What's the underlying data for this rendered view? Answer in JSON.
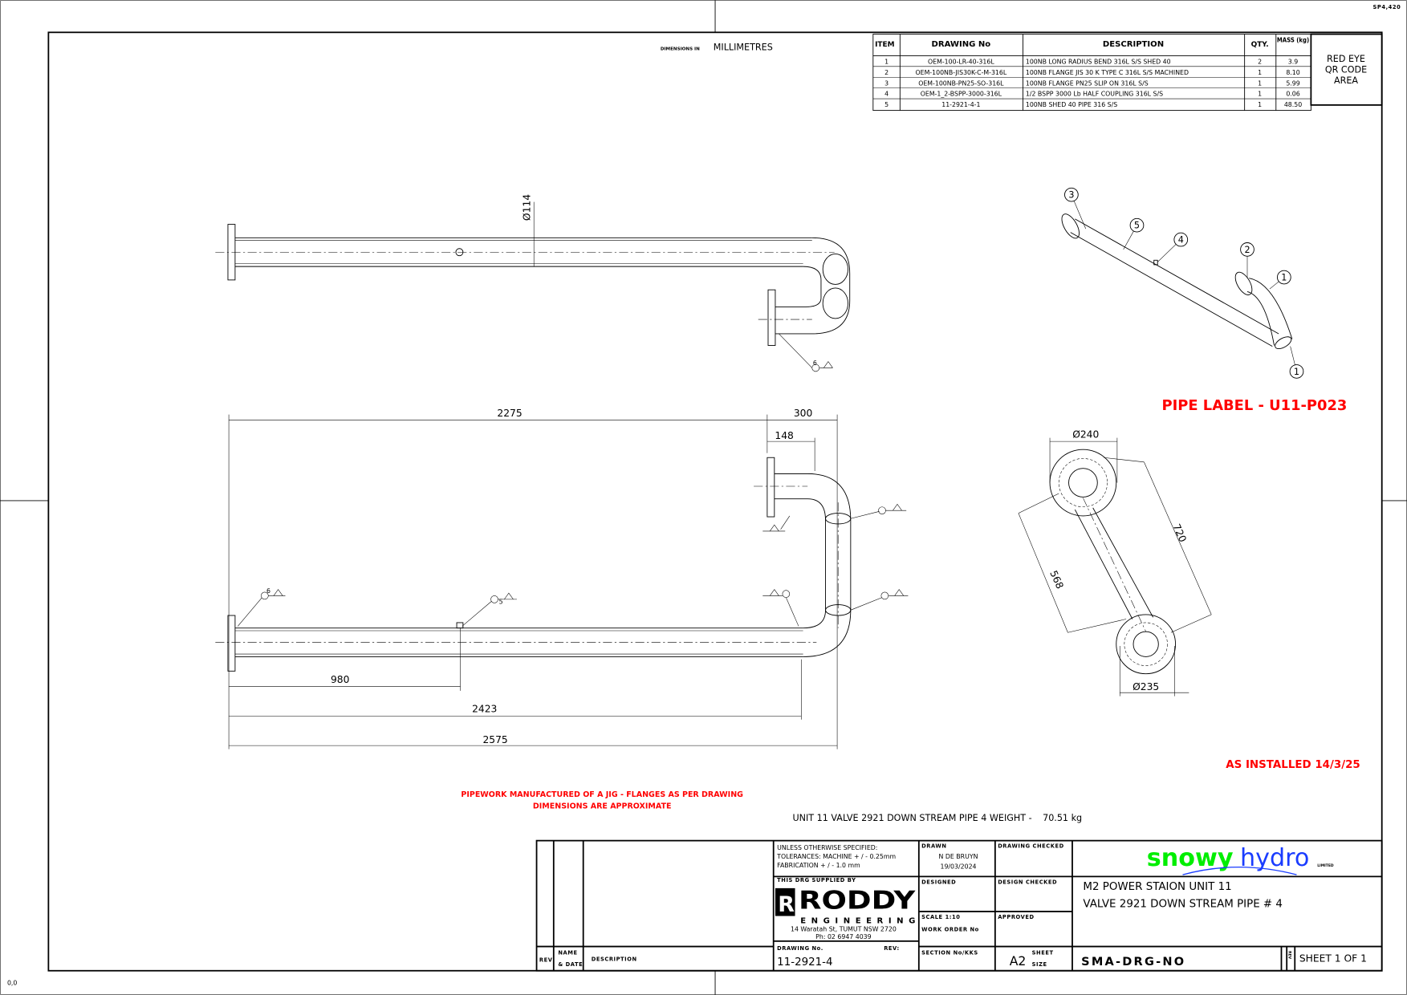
{
  "sheet": {
    "corner_code": "SP4,420",
    "origin_label": "0,0",
    "units_prefix": "DIMENSIONS IN",
    "units": "MILLIMETRES"
  },
  "bom": {
    "headers": [
      "ITEM",
      "DRAWING No",
      "DESCRIPTION",
      "QTY.",
      "MASS (kg)"
    ],
    "rows": [
      {
        "item": "1",
        "drawing": "OEM-100-LR-40-316L",
        "desc": "100NB LONG RADIUS BEND 316L S/S SHED 40",
        "qty": "2",
        "mass": "3.9"
      },
      {
        "item": "2",
        "drawing": "OEM-100NB-JIS30K-C-M-316L",
        "desc": "100NB FLANGE JIS 30 K TYPE C 316L S/S MACHINED",
        "qty": "1",
        "mass": "8.10"
      },
      {
        "item": "3",
        "drawing": "OEM-100NB-PN25-SO-316L",
        "desc": "100NB FLANGE PN25 SLIP ON 316L S/S",
        "qty": "1",
        "mass": "5.99"
      },
      {
        "item": "4",
        "drawing": "OEM-1_2-BSPP-3000-316L",
        "desc": "1/2 BSPP 3000 Lb HALF COUPLING 316L S/S",
        "qty": "1",
        "mass": "0.06"
      },
      {
        "item": "5",
        "drawing": "11-2921-4-1",
        "desc": "100NB SHED 40 PIPE 316 S/S",
        "qty": "1",
        "mass": "48.50"
      }
    ],
    "qr_area": [
      "RED EYE",
      "QR CODE",
      "AREA"
    ]
  },
  "dimensions": {
    "dia_pipe": "Ø114",
    "d2275": "2275",
    "d300": "300",
    "d148": "148",
    "d980": "980",
    "d2423": "2423",
    "d2575": "2575",
    "d240": "Ø240",
    "d720": "720",
    "d568": "568",
    "d235": "Ø235"
  },
  "weld_labels": {
    "w6": "6",
    "w5": "5"
  },
  "balloons": [
    "3",
    "5",
    "4",
    "2",
    "1",
    "1"
  ],
  "notes": {
    "pipe_label": "PIPE LABEL - U11-P023",
    "as_installed": "AS INSTALLED 14/3/25",
    "jig_note_1": "PIPEWORK MANUFACTURED OF A JIG - FLANGES AS PER DRAWING",
    "jig_note_2": "DIMENSIONS ARE APPROXIMATE",
    "weight_label": "UNIT 11 VALVE 2921 DOWN STREAM PIPE 4 WEIGHT -",
    "weight_value": "70.51 kg"
  },
  "title_block": {
    "rev_headers": {
      "rev": "REV",
      "name_1": "NAME",
      "name_2": "& DATE",
      "description": "DESCRIPTION"
    },
    "tolerances": [
      "UNLESS OTHERWISE SPECIFIED:",
      "TOLERANCES: MACHINE + / - 0.25mm",
      "FABRICATION + / - 1.0 mm"
    ],
    "supplied_by": "THIS DRG SUPPLIED BY",
    "supplier_logo": "RODDY ENGINEERING",
    "supplier_logo_main": "RODDY",
    "supplier_logo_sub": "ENGINEERING",
    "supplier_address": "14 Waratah St, TUMUT NSW 2720",
    "supplier_phone": "Ph: 02 6947 4039",
    "drawing_no_label": "DRAWING No.",
    "rev_label": "REV:",
    "drawing_no": "11-2921-4",
    "drawn_label": "DRAWN",
    "drawn_name": "N DE BRUYN",
    "drawn_date": "19/03/2024",
    "drawing_checked_label": "DRAWING CHECKED",
    "designed_label": "DESIGNED",
    "design_checked_label": "DESIGN CHECKED",
    "scale_label": "SCALE   1:10",
    "work_order_label": "WORK ORDER No",
    "approved_label": "APPROVED",
    "section_label": "SECTION No/KKS",
    "sheet_size": "A2",
    "sheet_size_label_1": "SHEET",
    "sheet_size_label_2": "SIZE",
    "client_logo_1": "snowy",
    "client_logo_2": "hydro",
    "client_logo_sub": "LIMITED",
    "project_line_1": "M2 POWER STAION UNIT 11",
    "project_line_2": "VALVE 2921 DOWN STREAM PIPE # 4",
    "doc_no": "SMA-DRG-NO",
    "rev_box": "REV",
    "sheet": "SHEET 1 OF 1"
  },
  "colors": {
    "red": "#ff0000",
    "snowy_green": "#00ee00",
    "hydro_blue": "#1a3cff"
  }
}
